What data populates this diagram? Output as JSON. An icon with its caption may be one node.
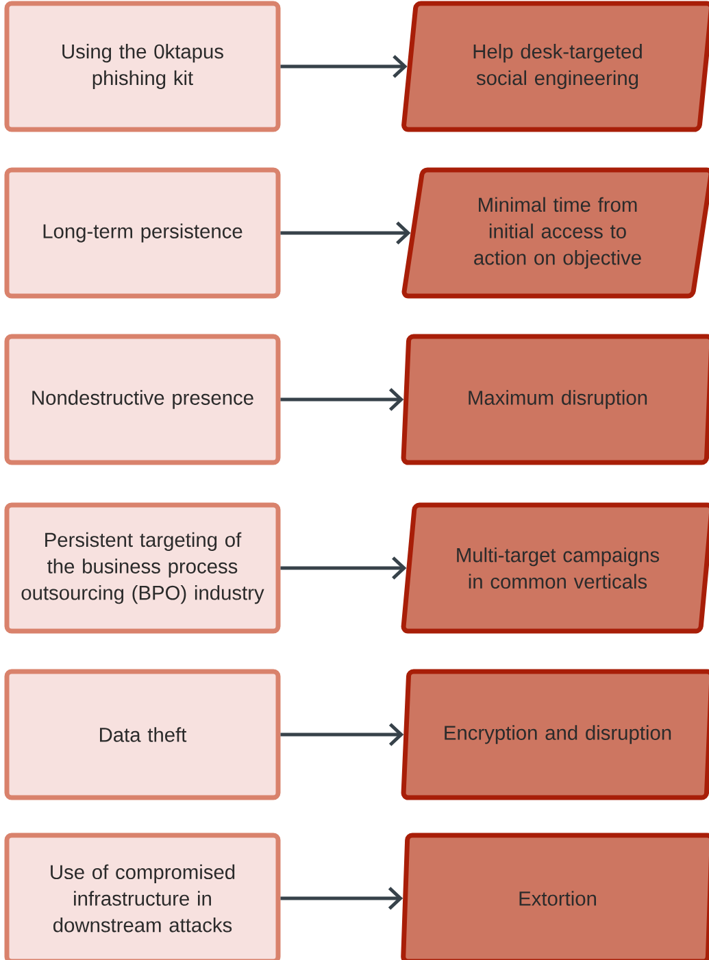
{
  "diagram": {
    "nodes": [
      {
        "text": [
          "Using the 0ktapus phishing kit"
        ]
      },
      {
        "text": [
          "Help desk-targeted social engineering"
        ]
      },
      {
        "text": [
          "Long-term persistence"
        ]
      },
      {
        "text": [
          "Minimal time from initial access to action on objective"
        ]
      },
      {
        "text": [
          "Nondestructive presence"
        ]
      },
      {
        "text": [
          "Maximum disruption"
        ]
      },
      {
        "text": [
          "Persistent targeting of the business process outsourcing (BPO) industry"
        ]
      },
      {
        "text": [
          "Multi-target campaigns in common verticals"
        ]
      },
      {
        "text": [
          "Data theft"
        ]
      },
      {
        "text": [
          "Encryption and disruption"
        ]
      },
      {
        "text": [
          "Use of compromised infrastructure in downstream attacks"
        ]
      },
      {
        "text": [
          "Extortion"
        ]
      }
    ],
    "edges": [
      {
        "from": 0,
        "to": 1,
        "arrow": "to"
      },
      {
        "from": 2,
        "to": 3,
        "arrow": "to"
      },
      {
        "from": 4,
        "to": 5,
        "arrow": "to"
      },
      {
        "from": 6,
        "to": 7,
        "arrow": "to"
      },
      {
        "from": 8,
        "to": 9,
        "arrow": "to"
      },
      {
        "from": 10,
        "to": 11,
        "arrow": "to"
      }
    ]
  }
}
